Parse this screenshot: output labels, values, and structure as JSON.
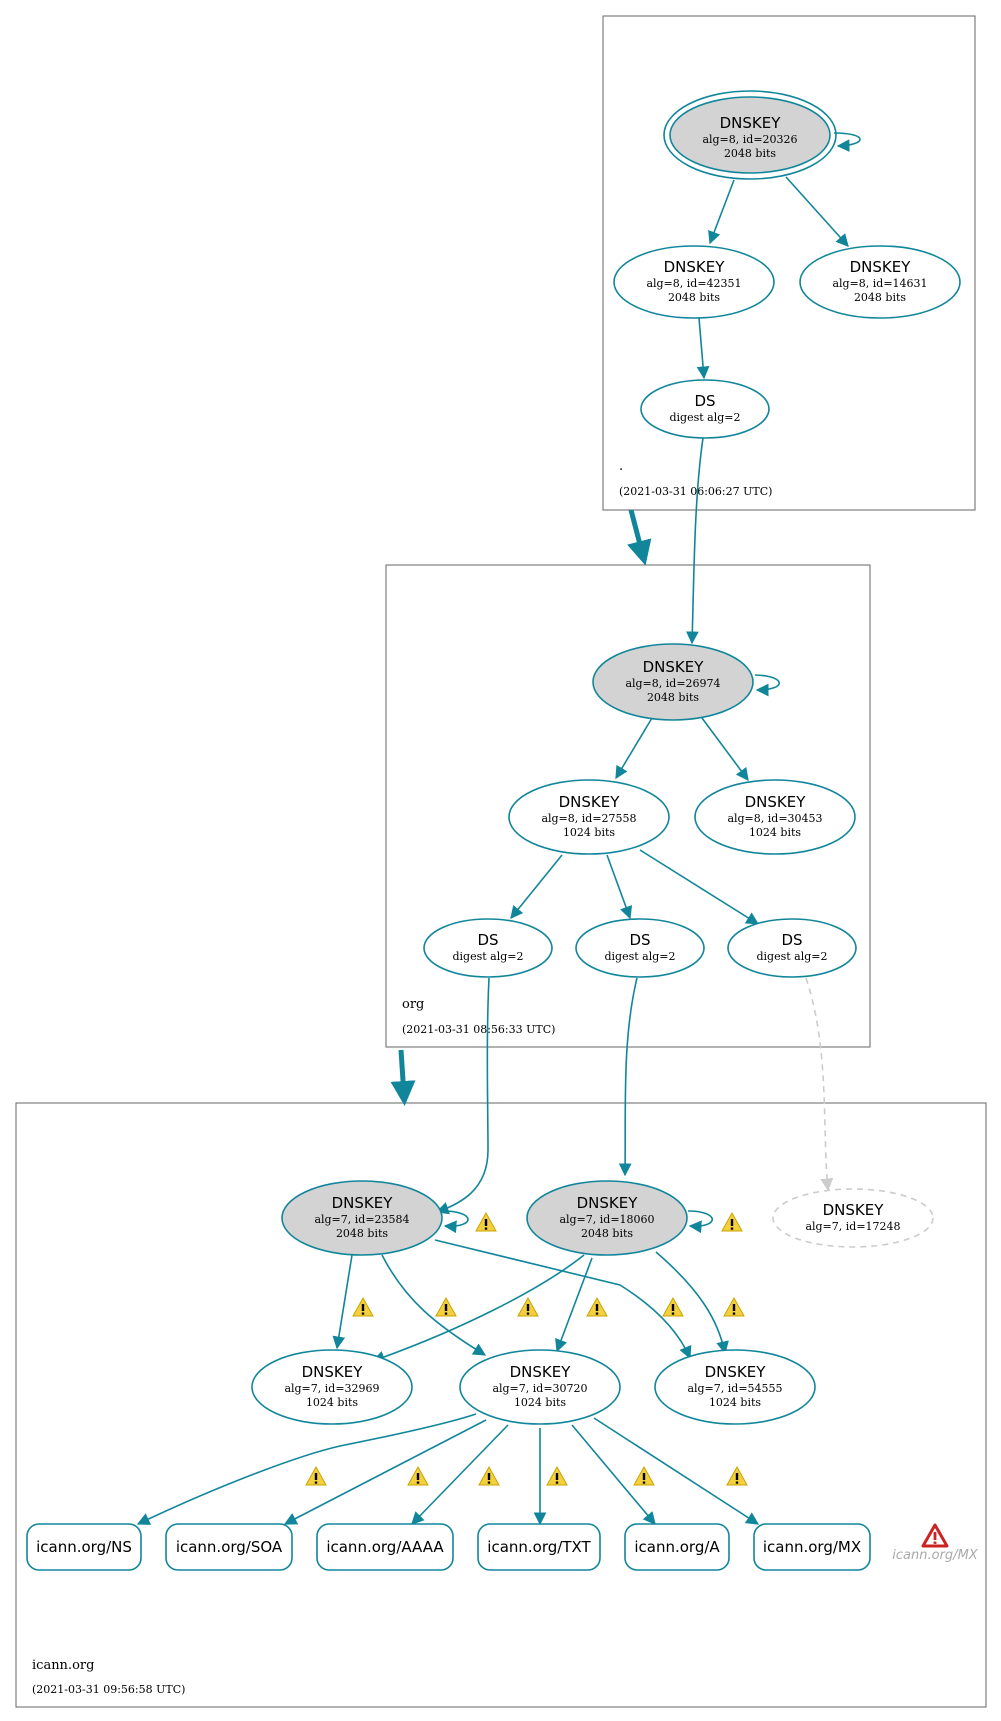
{
  "zones": {
    "root": {
      "name": ".",
      "timestamp": "(2021-03-31 06:06:27 UTC)"
    },
    "org": {
      "name": "org",
      "timestamp": "(2021-03-31 08:56:33 UTC)"
    },
    "icann": {
      "name": "icann.org",
      "timestamp": "(2021-03-31 09:56:58 UTC)"
    }
  },
  "nodes": {
    "root_ksk": {
      "title": "DNSKEY",
      "line1": "alg=8, id=20326",
      "line2": "2048 bits"
    },
    "root_zsk1": {
      "title": "DNSKEY",
      "line1": "alg=8, id=42351",
      "line2": "2048 bits"
    },
    "root_zsk2": {
      "title": "DNSKEY",
      "line1": "alg=8, id=14631",
      "line2": "2048 bits"
    },
    "root_ds": {
      "title": "DS",
      "line1": "digest alg=2"
    },
    "org_ksk": {
      "title": "DNSKEY",
      "line1": "alg=8, id=26974",
      "line2": "2048 bits"
    },
    "org_zsk1": {
      "title": "DNSKEY",
      "line1": "alg=8, id=27558",
      "line2": "1024 bits"
    },
    "org_zsk2": {
      "title": "DNSKEY",
      "line1": "alg=8, id=30453",
      "line2": "1024 bits"
    },
    "org_ds1": {
      "title": "DS",
      "line1": "digest alg=2"
    },
    "org_ds2": {
      "title": "DS",
      "line1": "digest alg=2"
    },
    "org_ds3": {
      "title": "DS",
      "line1": "digest alg=2"
    },
    "icann_ksk1": {
      "title": "DNSKEY",
      "line1": "alg=7, id=23584",
      "line2": "2048 bits"
    },
    "icann_ksk2": {
      "title": "DNSKEY",
      "line1": "alg=7, id=18060",
      "line2": "2048 bits"
    },
    "icann_missing": {
      "title": "DNSKEY",
      "line1": "alg=7, id=17248"
    },
    "icann_zsk1": {
      "title": "DNSKEY",
      "line1": "alg=7, id=32969",
      "line2": "1024 bits"
    },
    "icann_zsk2": {
      "title": "DNSKEY",
      "line1": "alg=7, id=30720",
      "line2": "1024 bits"
    },
    "icann_zsk3": {
      "title": "DNSKEY",
      "line1": "alg=7, id=54555",
      "line2": "1024 bits"
    }
  },
  "rrsets": [
    "icann.org/NS",
    "icann.org/SOA",
    "icann.org/AAAA",
    "icann.org/TXT",
    "icann.org/A",
    "icann.org/MX"
  ],
  "ghost_rrset": "icann.org/MX",
  "colors": {
    "edge": "#11869b",
    "ksk_fill": "#d3d3d3",
    "dashed": "#cccccc",
    "warning": "#f4d03f",
    "error": "#cc2222"
  }
}
